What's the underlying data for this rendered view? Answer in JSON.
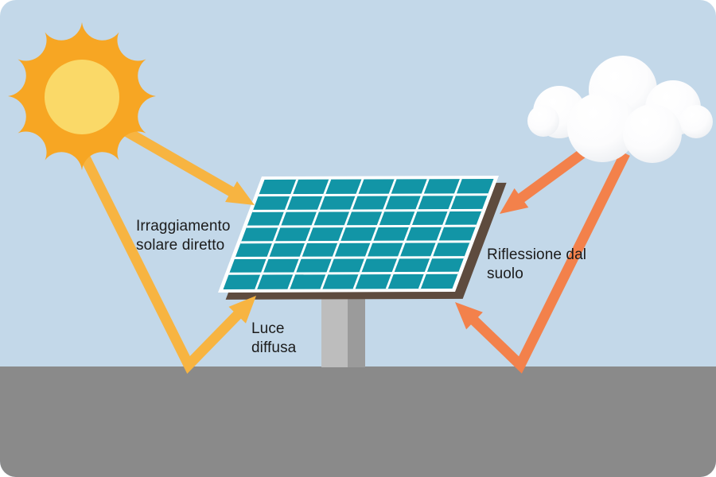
{
  "diagram": {
    "type": "solar-energy-irradiance",
    "language": "it",
    "labels": {
      "direct": "Irraggiamento solare diretto",
      "diffuse": "Luce diffusa",
      "reflection": "Riflessione dal suolo"
    },
    "panel": {
      "rows": 7,
      "cols": 7
    },
    "arrows": [
      {
        "name": "direct-irradiation-arrow",
        "from": "sun",
        "to": "solar-panel",
        "color_key": "arrow_yellow"
      },
      {
        "name": "diffuse-light-arrow",
        "from": "sun",
        "to": "solar-panel-via-ground",
        "color_key": "arrow_yellow"
      },
      {
        "name": "cloud-reflection-arrow",
        "from": "cloud",
        "to": "solar-panel",
        "color_key": "arrow_orange"
      },
      {
        "name": "ground-reflection-arrow",
        "from": "cloud",
        "to": "solar-panel-via-ground",
        "color_key": "arrow_orange"
      }
    ],
    "icons": [
      "sun-icon",
      "cloud-icon",
      "solar-panel",
      "ground"
    ],
    "colors": {
      "sky": "#C3D8E9",
      "ground": "#8A8A8A",
      "sun_outer": "#F7A623",
      "sun_inner": "#FAD968",
      "arrow_yellow": "#F7B441",
      "arrow_orange": "#F3814B",
      "panel_cell": "#1295A6",
      "panel_frame": "#FFFFFF",
      "panel_edge": "#5E4B3E",
      "pole_light": "#BDBDBD",
      "pole_dark": "#9B9B9B",
      "text": "#1B1B1B"
    }
  }
}
